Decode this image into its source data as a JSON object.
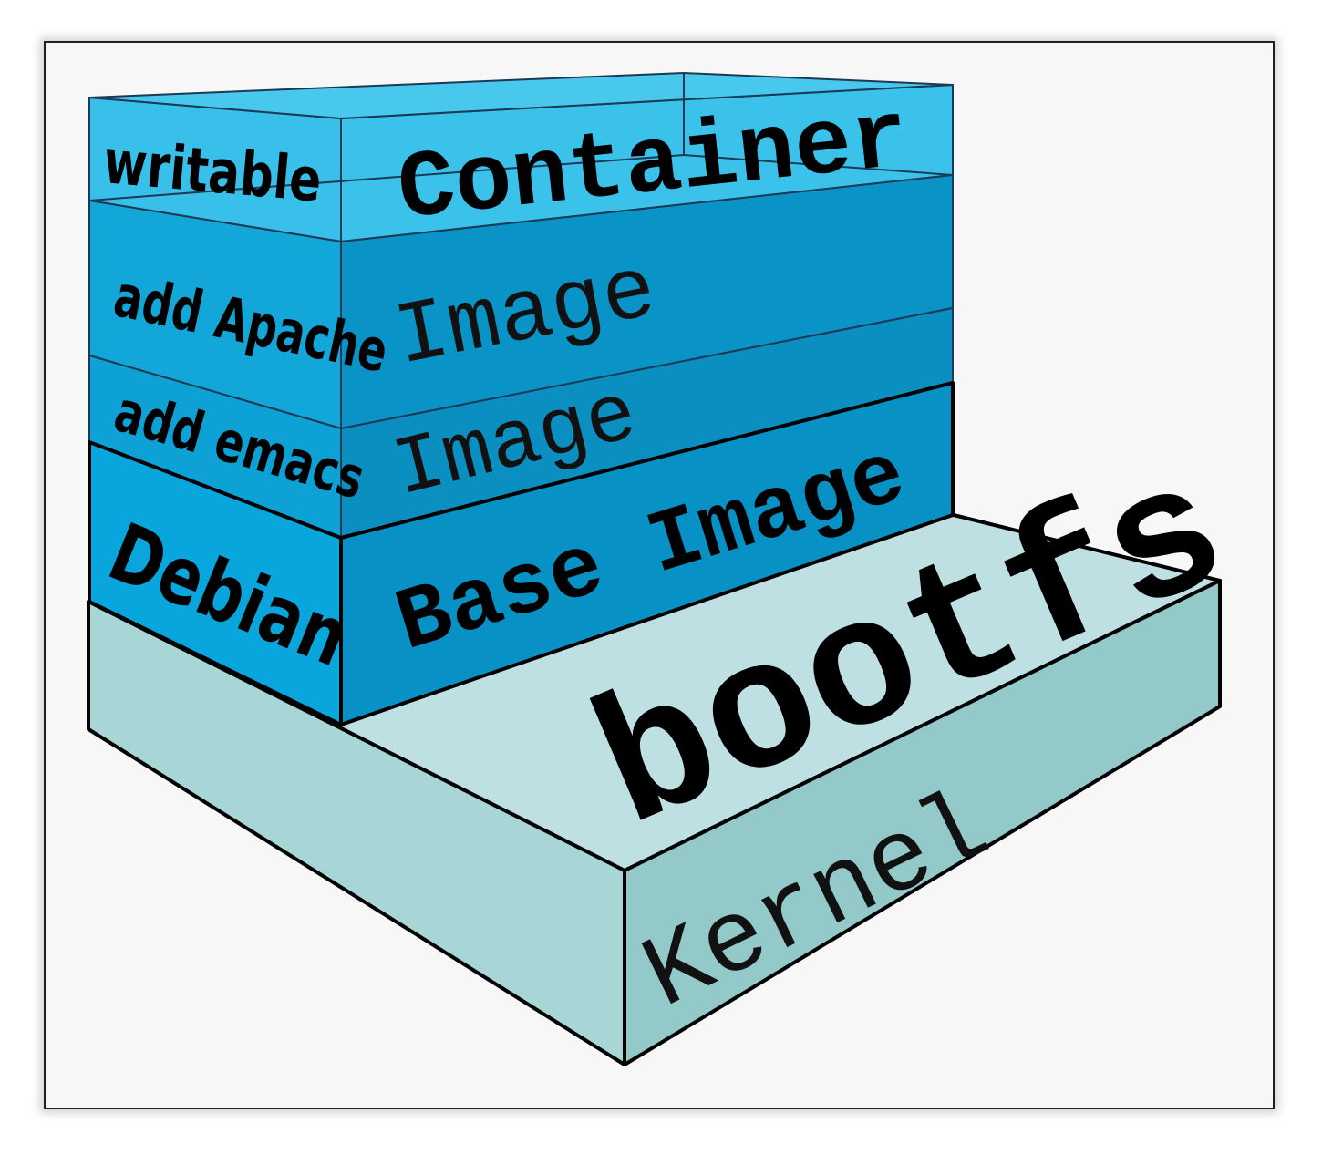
{
  "layers": {
    "container": {
      "left_label": "writable",
      "right_label": "Container"
    },
    "apache": {
      "left_label": "add Apache",
      "right_label": "Image"
    },
    "emacs": {
      "left_label": "add emacs",
      "right_label": "Image"
    },
    "base": {
      "left_label": "Debian",
      "right_label": "Base Image"
    },
    "bootfs": {
      "label": "bootfs"
    },
    "kernel": {
      "label": "Kernel"
    }
  },
  "colors": {
    "container": "#3ec3ea",
    "image_front": "#0a9fd4",
    "image_side": "#0a8fbf",
    "kernel_top": "#bfe0e2",
    "kernel_side": "#9ccfd0"
  }
}
